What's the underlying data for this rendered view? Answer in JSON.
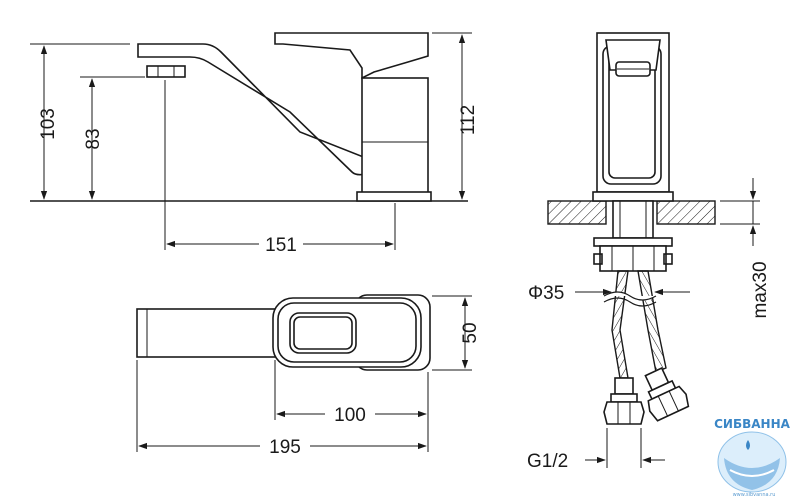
{
  "dimensions": {
    "side_height_total": "103",
    "side_height_spout": "83",
    "side_height_body": "112",
    "side_reach": "151",
    "top_depth": "50",
    "top_body_length": "100",
    "top_total_length": "195",
    "front_diameter": "Φ35",
    "front_thread": "G1/2",
    "front_max_thickness": "max30"
  },
  "logo": {
    "name": "СИБВАННА",
    "url": "www.sibvanna.ru",
    "primary_color": "#3a86c6"
  },
  "colors": {
    "line": "#1a1a1a",
    "background": "#ffffff"
  }
}
